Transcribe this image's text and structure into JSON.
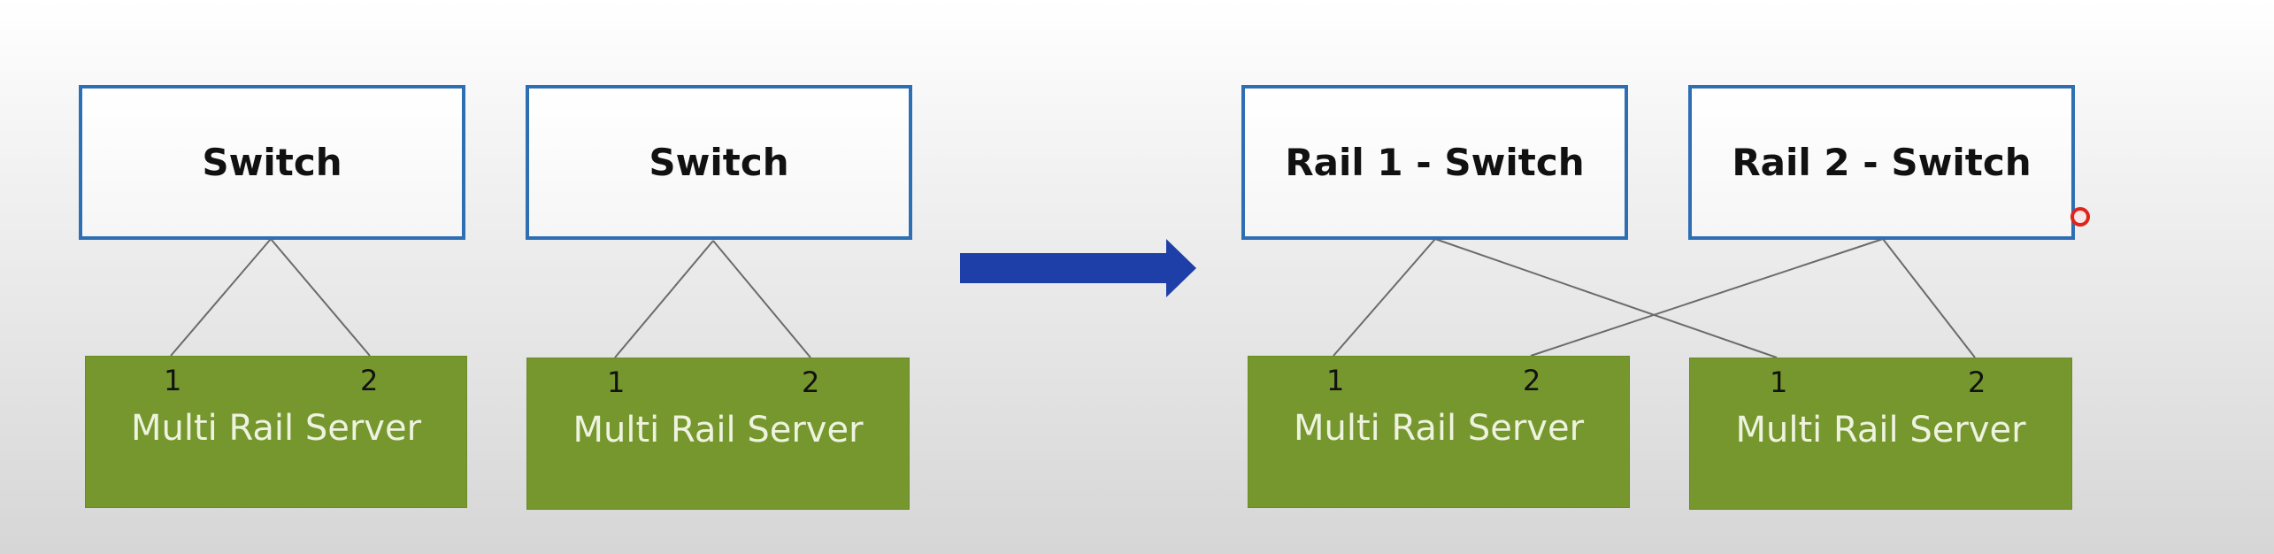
{
  "left_group": {
    "switches": [
      "Switch",
      "Switch"
    ],
    "servers": [
      {
        "label": "Multi Rail Server",
        "ports": [
          "1",
          "2"
        ]
      },
      {
        "label": "Multi Rail Server",
        "ports": [
          "1",
          "2"
        ]
      }
    ]
  },
  "right_group": {
    "switches": [
      "Rail 1 - Switch",
      "Rail 2 - Switch"
    ],
    "servers": [
      {
        "label": "Multi Rail Server",
        "ports": [
          "1",
          "2"
        ]
      },
      {
        "label": "Multi Rail Server",
        "ports": [
          "1",
          "2"
        ]
      }
    ]
  },
  "colors": {
    "switch_border": "#2e6fb4",
    "server_fill": "#76972e",
    "arrow": "#1e3fa8"
  }
}
